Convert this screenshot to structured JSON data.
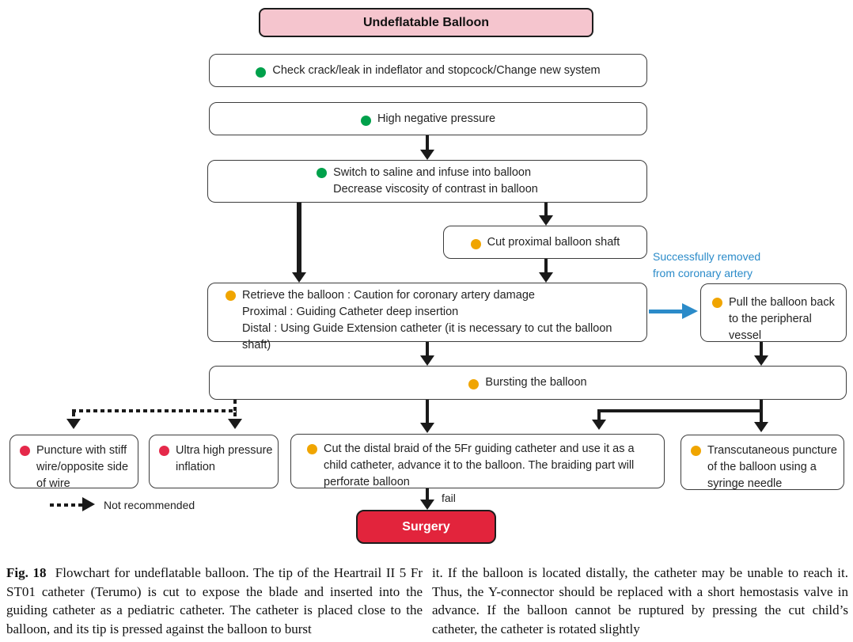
{
  "title": "Undeflatable Balloon",
  "colors": {
    "green": "#00A14B",
    "orange": "#F0A500",
    "red": "#E5294A",
    "blue": "#2B8BC9",
    "pink": "#F5C5CE",
    "surgery": "#E2243C",
    "ink": "#1A1A1A",
    "border": "#3C3C3C"
  },
  "nodes": {
    "check": {
      "bullet": "green",
      "text": "Check crack/leak in indeflator and stopcock/Change new system"
    },
    "negative": {
      "bullet": "green",
      "text": "High negative pressure"
    },
    "saline": {
      "bullet": "green",
      "line1": "Switch to saline and infuse into balloon",
      "line2": "Decrease viscosity of contrast in balloon"
    },
    "cut_shaft": {
      "bullet": "orange",
      "text": "Cut proximal  balloon shaft"
    },
    "retrieve": {
      "bullet": "orange",
      "line1": "Retrieve the balloon : Caution for coronary artery damage",
      "line2": "Proximal : Guiding Catheter deep insertion",
      "line3": "Distal : Using Guide Extension catheter (it is necessary to cut the balloon shaft)"
    },
    "pull_back": {
      "bullet": "orange",
      "text": "Pull the balloon back to the peripheral vessel"
    },
    "bursting": {
      "bullet": "orange",
      "text": "Bursting the balloon"
    },
    "puncture_wire": {
      "bullet": "red",
      "text": "Puncture with stiff wire/opposite side of wire"
    },
    "ultra_high": {
      "bullet": "red",
      "text": "Ultra high pressure inflation"
    },
    "cut_braid": {
      "bullet": "orange",
      "text": "Cut the distal braid of the 5Fr guiding catheter and use it as a child catheter, advance it to the balloon. The braiding part will perforate balloon"
    },
    "transcutaneous": {
      "bullet": "orange",
      "text": "Transcutaneous puncture of the balloon using a syringe needle"
    },
    "surgery": {
      "text": "Surgery"
    }
  },
  "labels": {
    "success_line1": "Successfully removed",
    "success_line2": "from coronary artery",
    "fail": "fail",
    "not_recommended": "Not recommended"
  },
  "caption": {
    "fig_label": "Fig. 18",
    "left_text": "Flowchart for undeflatable balloon. The tip of the Heartrail II 5 Fr ST01 catheter (Terumo) is cut to expose the blade and inserted into the guiding catheter as a pediatric catheter. The catheter is placed close to the balloon, and its tip is pressed against the balloon to burst",
    "right_text": "it. If the balloon is located distally, the catheter may be unable to reach it. Thus, the Y-connector should be replaced with a short hemostasis valve in advance. If the balloon cannot be ruptured by pressing the cut child’s catheter, the catheter is rotated slightly"
  }
}
